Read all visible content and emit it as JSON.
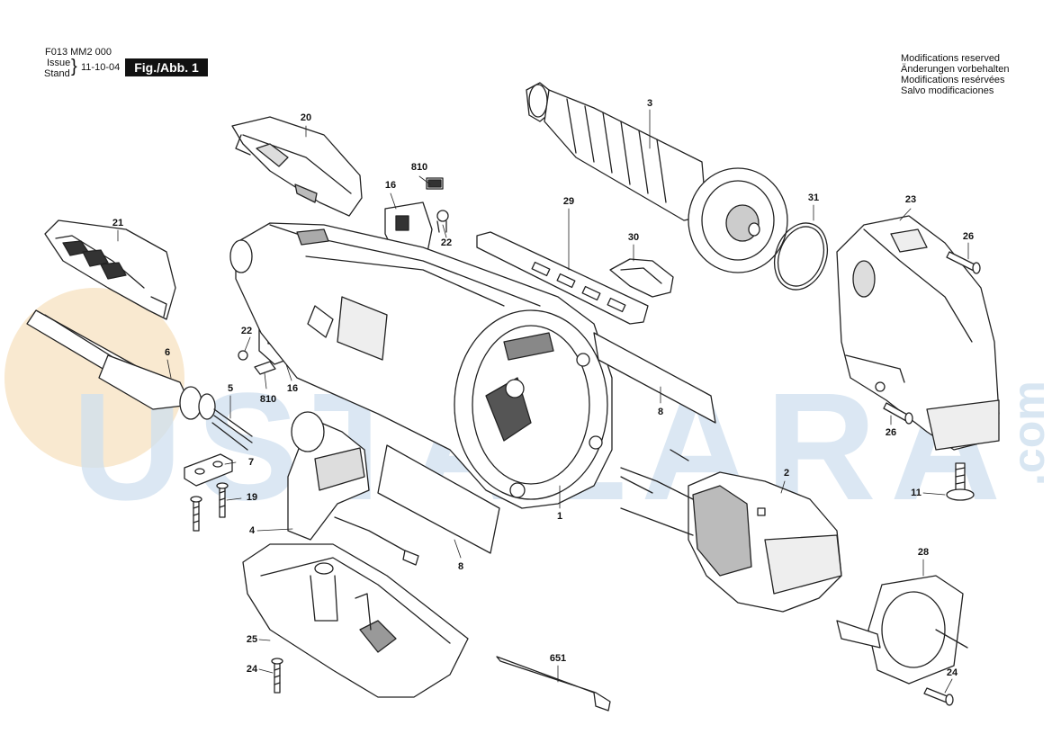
{
  "header": {
    "part_number": "F013 MM2 000",
    "issue_label": "Issue",
    "stand_label": "Stand",
    "date": "11-10-04",
    "figure_label": "Fig./Abb. 1"
  },
  "notes": [
    "Modifications reserved",
    "Änderungen vorbehalten",
    "Modifications resérvées",
    "Salvo modificaciones"
  ],
  "watermark": {
    "text": "USTALARA",
    "suffix": ".com",
    "color": "#cfe0ef",
    "orb_color": "#f7e3c4"
  },
  "callouts": [
    {
      "id": "c20",
      "label": "20"
    },
    {
      "id": "c810a",
      "label": "810"
    },
    {
      "id": "c16a",
      "label": "16"
    },
    {
      "id": "c22a",
      "label": "22"
    },
    {
      "id": "c3",
      "label": "3"
    },
    {
      "id": "c29",
      "label": "29"
    },
    {
      "id": "c30",
      "label": "30"
    },
    {
      "id": "c31",
      "label": "31"
    },
    {
      "id": "c23",
      "label": "23"
    },
    {
      "id": "c26a",
      "label": "26"
    },
    {
      "id": "c21",
      "label": "21"
    },
    {
      "id": "c22b",
      "label": "22"
    },
    {
      "id": "c6",
      "label": "6"
    },
    {
      "id": "c5",
      "label": "5"
    },
    {
      "id": "c810b",
      "label": "810"
    },
    {
      "id": "c16b",
      "label": "16"
    },
    {
      "id": "c7",
      "label": "7"
    },
    {
      "id": "c19",
      "label": "19"
    },
    {
      "id": "c4",
      "label": "4"
    },
    {
      "id": "c8a",
      "label": "8"
    },
    {
      "id": "c8b",
      "label": "8"
    },
    {
      "id": "c1",
      "label": "1"
    },
    {
      "id": "c2",
      "label": "2"
    },
    {
      "id": "c26b",
      "label": "26"
    },
    {
      "id": "c11",
      "label": "11"
    },
    {
      "id": "c28",
      "label": "28"
    },
    {
      "id": "c25",
      "label": "25"
    },
    {
      "id": "c24a",
      "label": "24"
    },
    {
      "id": "c651",
      "label": "651"
    },
    {
      "id": "c24b",
      "label": "24"
    }
  ]
}
